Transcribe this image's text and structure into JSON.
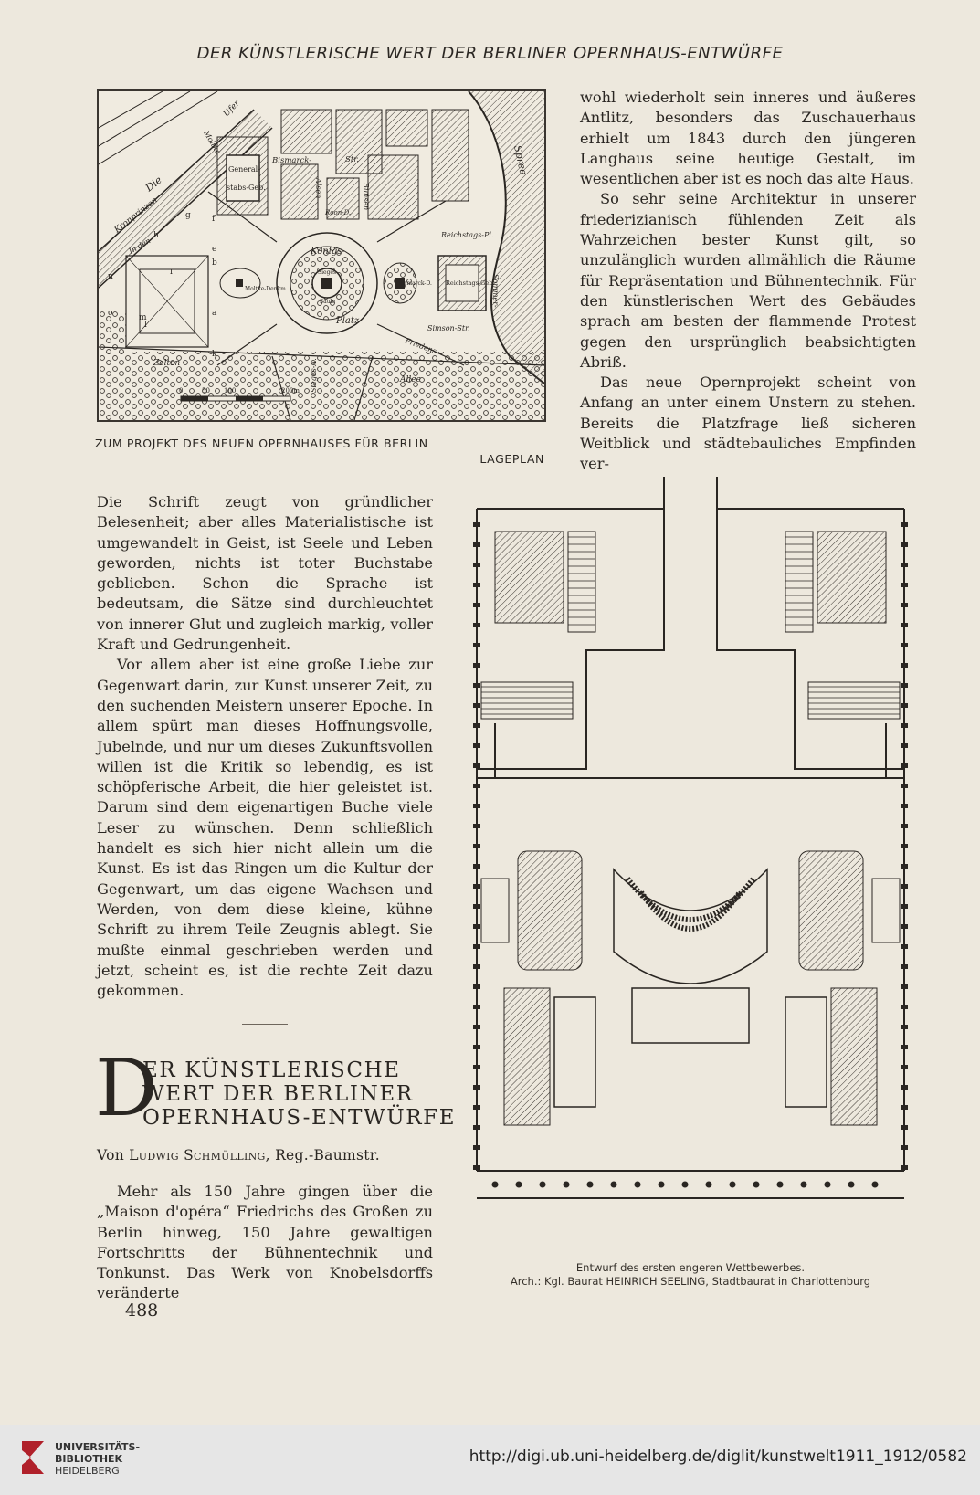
{
  "running_head": "DER KÜNSTLERISCHE WERT DER BERLINER OPERNHAUS-ENTWÜRFE",
  "map": {
    "caption_main": "ZUM PROJEKT DES NEUEN OPERNHAUSES FÜR BERLIN",
    "caption_sub": "LAGEPLAN",
    "labels": {
      "spree": "Spree",
      "die": "Die",
      "kronprinzen": "Kronprinzen",
      "ufer": "Ufer",
      "moltke": "Moltke",
      "bismarck": "Bismarck-",
      "str": "Str.",
      "generalstab": "General-",
      "generalstab2": "stabs-Geb.",
      "alsen": "Alsen-",
      "roon": "Roon-D.",
      "bunsen": "Bunsen",
      "koenigs": "Königs-",
      "platz": "Platz",
      "siegessaeule": "Sieges-",
      "saeule": "Säule",
      "moltke_denkm": "Moltke-Denkm.",
      "bismarck_d": "Bismarck-D.",
      "reichstags": "Reichstags-",
      "reichstags_geb": "Reichstags-Geb.",
      "reichstags_pl": "Reichstags-Pl.",
      "sommer": "Sommer-",
      "simson": "Simson-Str.",
      "friedens": "Friedens-",
      "allee": "Allee",
      "zelten": "Zelten",
      "in_den": "In den",
      "sieges_a": "Sieges-A.",
      "scale_0": "0",
      "scale_50": "50",
      "scale_100": "100",
      "scale_200": "200m",
      "letters": [
        "f",
        "e",
        "b",
        "g",
        "h",
        "i",
        "a",
        "k",
        "l",
        "m",
        "n",
        "o"
      ]
    }
  },
  "col_right_top": [
    "wohl wiederholt sein inneres und äußeres Antlitz, besonders das Zuschauerhaus erhielt um 1843 durch den jüngeren Langhaus seine heutige Gestalt, im wesentlichen aber ist es noch das alte Haus.",
    "So sehr seine Architektur in unserer friederizianisch fühlenden Zeit als Wahrzeichen bester Kunst gilt, so unzulänglich wurden allmählich die Räume für Repräsentation und Bühnentechnik. Für den künstlerischen Wert des Gebäudes sprach am besten der flammende Protest gegen den ursprünglich beabsichtigten Abriß.",
    "Das neue Opernprojekt scheint von Anfang an unter einem Unstern zu stehen. Bereits die Platzfrage ließ sicheren Weitblick und städtebauliches Empfinden ver-"
  ],
  "col_left": [
    "Die Schrift zeugt von gründlicher Belesenheit; aber alles Materialistische ist umgewandelt in Geist, ist Seele und Leben geworden, nichts ist toter Buchstabe geblieben. Schon die Sprache ist bedeutsam, die Sätze sind durchleuchtet von innerer Glut und zugleich markig, voller Kraft und Gedrungenheit.",
    "Vor allem aber ist eine große Liebe zur Gegenwart darin, zur Kunst unserer Zeit, zu den suchenden Meistern unserer Epoche. In allem spürt man dieses Hoffnungsvolle, Jubelnde, und nur um dieses Zukunftsvollen willen ist die Kritik so lebendig, es ist schöpferische Arbeit, die hier geleistet ist. Darum sind dem eigenartigen Buche viele Leser zu wünschen. Denn schließlich handelt es sich hier nicht allein um die Kunst. Es ist das Ringen um die Kultur der Gegenwart, um das eigene Wachsen und Werden, von dem diese kleine, kühne Schrift zu ihrem Teile Zeugnis ablegt. Sie mußte einmal geschrieben werden und jetzt, scheint es, ist die rechte Zeit dazu gekommen."
  ],
  "article": {
    "dropcap": "D",
    "title_line1": "ER KÜNSTLERISCHE",
    "title_line2": "WERT DER BERLINER",
    "title_line3": "OPERNHAUS-ENTWÜRFE",
    "byline_prefix": "Von ",
    "byline_name": "Ludwig Schmülling",
    "byline_suffix": ", Reg.-Baumstr.",
    "body": "Mehr als 150 Jahre gingen über die „Maison d'opéra“ Friedrichs des Großen zu Berlin hinweg, 150 Jahre gewaltigen Fortschritts der Bühnentechnik und Tonkunst. Das Werk von Knobelsdorffs veränderte"
  },
  "page_number": "488",
  "plan": {
    "caption_line1": "Entwurf des ersten engeren Wettbewerbes.",
    "caption_line2": "Arch.: Kgl. Baurat HEINRICH SEELING, Stadtbaurat in Charlottenburg"
  },
  "footer": {
    "logo_line1": "UNIVERSITÄTS-",
    "logo_line2": "BIBLIOTHEK",
    "logo_line3": "HEIDELBERG",
    "url": "http://digi.ub.uni-heidelberg.de/diglit/kunstwelt1911_1912/0582",
    "logo_color": "#b0202a"
  }
}
